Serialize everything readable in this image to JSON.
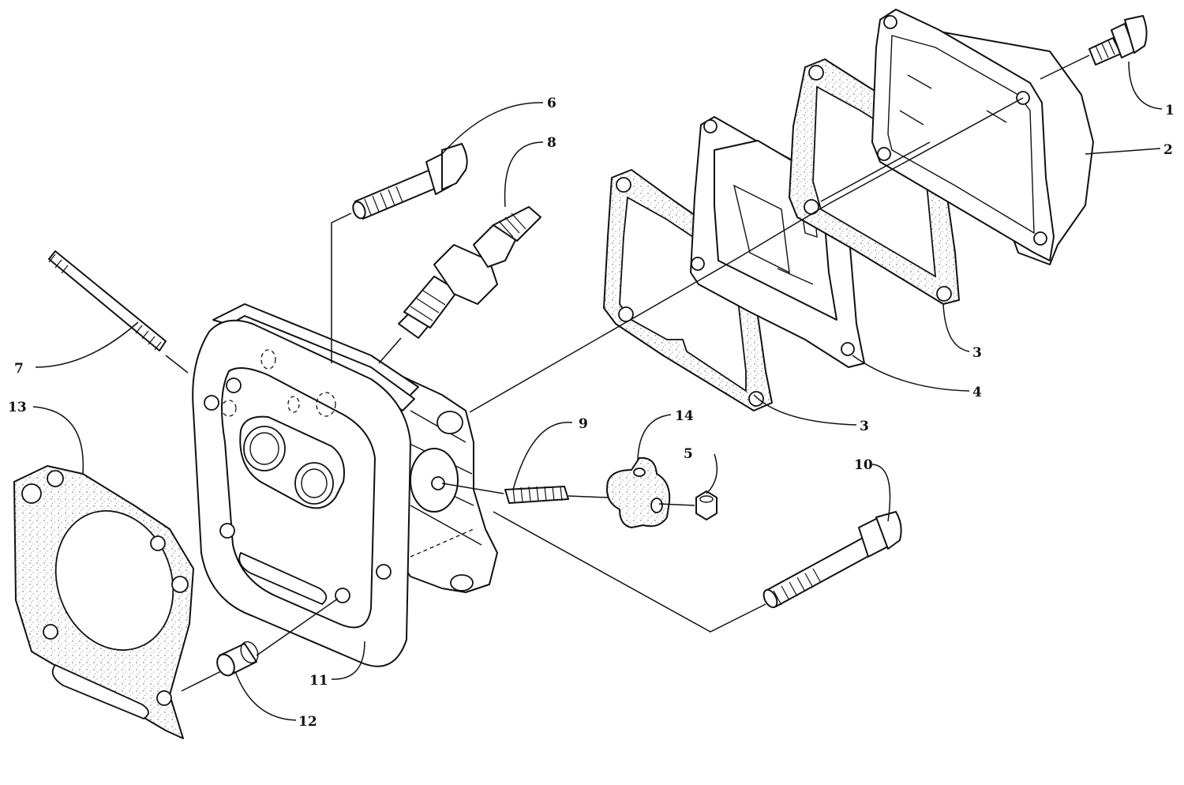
{
  "diagram": {
    "type": "exploded-parts-view",
    "callouts": [
      {
        "id": "c1",
        "label": "1"
      },
      {
        "id": "c2",
        "label": "2"
      },
      {
        "id": "c3a",
        "label": "3"
      },
      {
        "id": "c4",
        "label": "4"
      },
      {
        "id": "c3b",
        "label": "3"
      },
      {
        "id": "c5",
        "label": "5"
      },
      {
        "id": "c6",
        "label": "6"
      },
      {
        "id": "c7",
        "label": "7"
      },
      {
        "id": "c8",
        "label": "8"
      },
      {
        "id": "c9",
        "label": "9"
      },
      {
        "id": "c10",
        "label": "10"
      },
      {
        "id": "c11",
        "label": "11"
      },
      {
        "id": "c12",
        "label": "12"
      },
      {
        "id": "c13",
        "label": "13"
      },
      {
        "id": "c14",
        "label": "14"
      }
    ]
  },
  "colors": {
    "line": "#111111",
    "background": "#ffffff"
  }
}
